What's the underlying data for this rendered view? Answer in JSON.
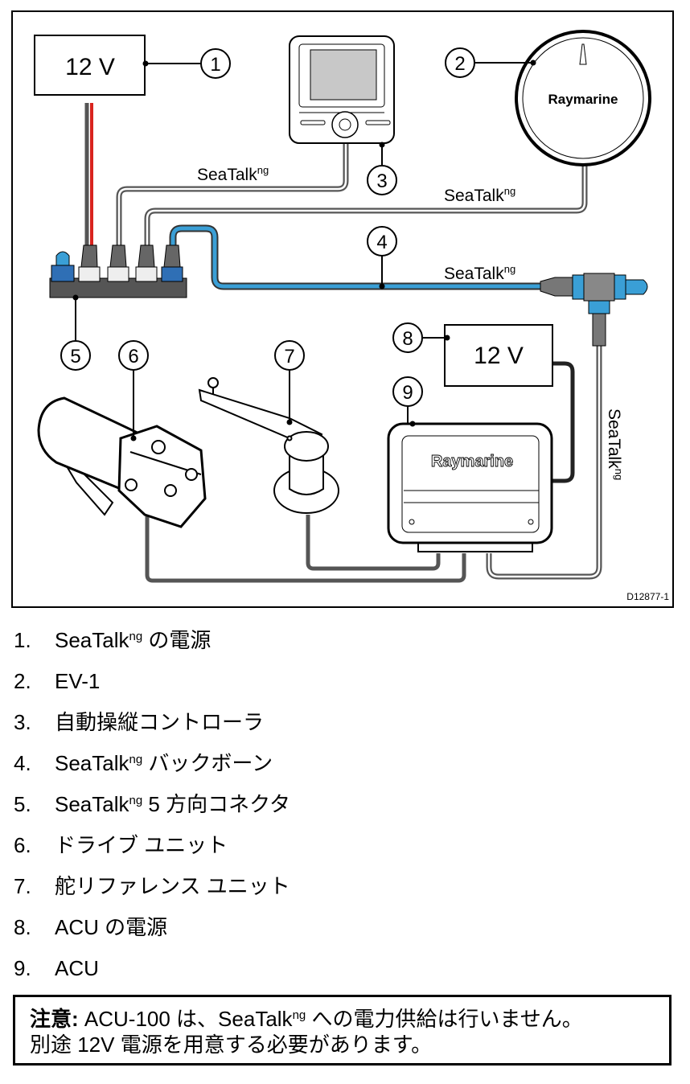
{
  "diagram": {
    "psu1_label": "12 V",
    "psu2_label": "12 V",
    "callouts": [
      "1",
      "2",
      "3",
      "4",
      "5",
      "6",
      "7",
      "8",
      "9"
    ],
    "cable_label": "SeaTalk",
    "cable_label_sup": "ng",
    "brand": "Raymarine",
    "figure_id": "D12877-1",
    "colors": {
      "backbone": "#3a9fd6",
      "power_red": "#d8241e",
      "cable_gray": "#555555",
      "connector_blue": "#2f6fb5"
    }
  },
  "list": [
    {
      "num": "1.",
      "text": "SeaTalk",
      "sup": "ng",
      "rest": " の電源"
    },
    {
      "num": "2.",
      "text": "EV-1"
    },
    {
      "num": "3.",
      "text": "自動操縦コントローラ"
    },
    {
      "num": "4.",
      "text": "SeaTalk",
      "sup": "ng",
      "rest": " バックボーン"
    },
    {
      "num": "5.",
      "text": "SeaTalk",
      "sup": "ng",
      "rest": " 5 方向コネクタ"
    },
    {
      "num": "6.",
      "text": "ドライブ ユニット"
    },
    {
      "num": "7.",
      "text": "舵リファレンス ユニット"
    },
    {
      "num": "8.",
      "text": "ACU の電源"
    },
    {
      "num": "9.",
      "text": "ACU"
    }
  ],
  "note": {
    "label": "注意:",
    "text1": " ACU-100 は、SeaTalk",
    "sup": "ng",
    "text2": " への電力供給は行いません。",
    "line2": "別途 12V 電源を用意する必要があります。"
  }
}
